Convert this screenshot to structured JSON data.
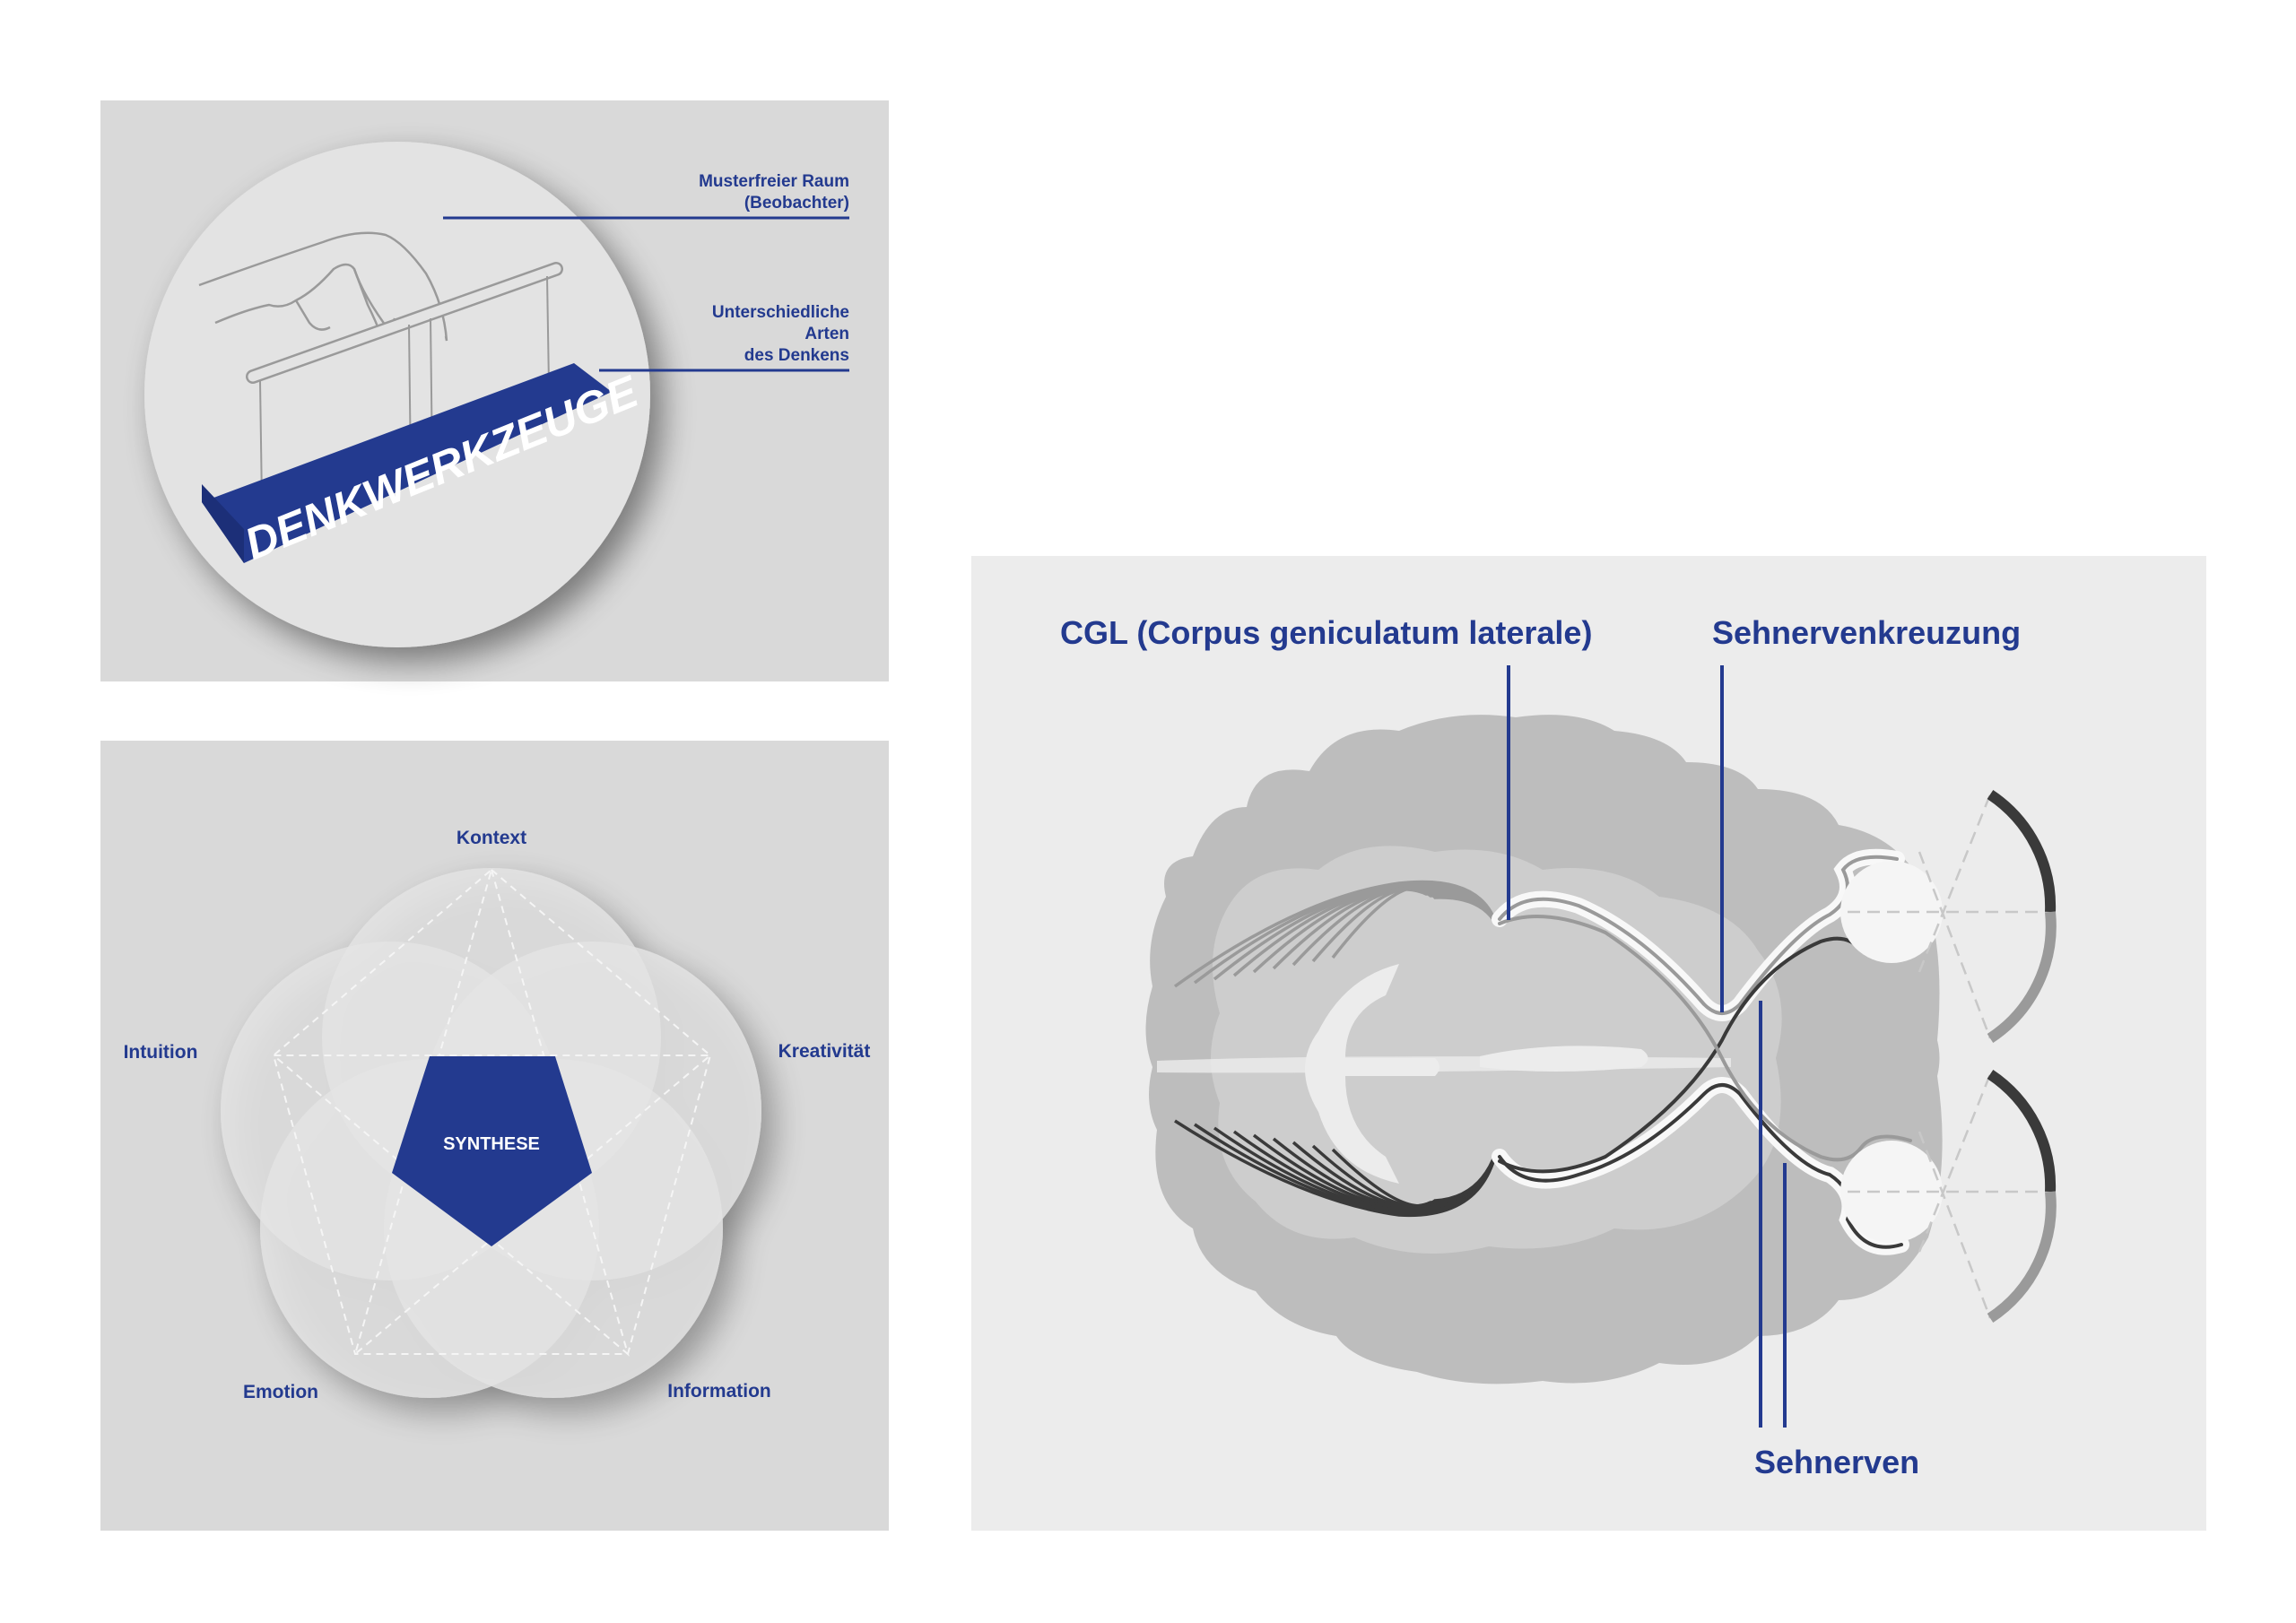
{
  "colors": {
    "accent": "#233a8f",
    "panel_bg": "#d9d9d9",
    "panel_bg_light": "#ececec"
  },
  "panel_thinking_tools": {
    "label_observer_line1": "Musterfreier Raum",
    "label_observer_line2": "(Beobachter)",
    "label_types_line1": "Unterschiedliche",
    "label_types_line2": "Arten",
    "label_types_line3": "des Denkens",
    "block_word": "DENKWERKZEUGE"
  },
  "panel_synthesis": {
    "center": "SYNTHESE",
    "labels": {
      "top": "Kontext",
      "left": "Intuition",
      "right": "Kreativität",
      "bottom_left": "Emotion",
      "bottom_right": "Information"
    }
  },
  "panel_visual_pathway": {
    "label_cgl": "CGL (Corpus geniculatum laterale)",
    "label_chiasm": "Sehnervenkreuzung",
    "label_optic_nerves": "Sehnerven"
  }
}
